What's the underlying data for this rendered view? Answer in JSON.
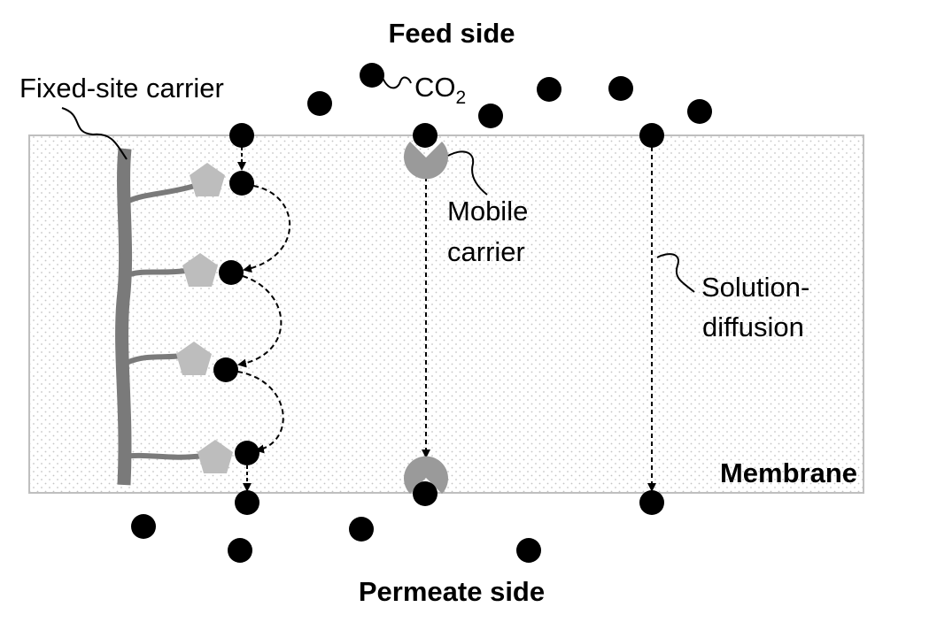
{
  "labels": {
    "feed_side": "Feed side",
    "permeate_side": "Permeate side",
    "membrane": "Membrane",
    "fixed_site_carrier": "Fixed-site carrier",
    "co2_main": "CO",
    "co2_subscript": "2",
    "mobile_carrier_line1": "Mobile",
    "mobile_carrier_line2": "carrier",
    "solution_diffusion_line1": "Solution-",
    "solution_diffusion_line2": "diffusion"
  },
  "colors": {
    "molecule": "#000000",
    "backbone": "#7a7a7a",
    "site": "#bdbdbd",
    "mobile_carrier": "#9a9a9a",
    "membrane_border": "#bfbfbf",
    "membrane_dots": "#c8c8c8"
  },
  "icons": {
    "molecule": "co2-molecule-icon",
    "fixed_site": "pentagon-site-icon",
    "mobile_carrier": "pacman-carrier-icon"
  }
}
